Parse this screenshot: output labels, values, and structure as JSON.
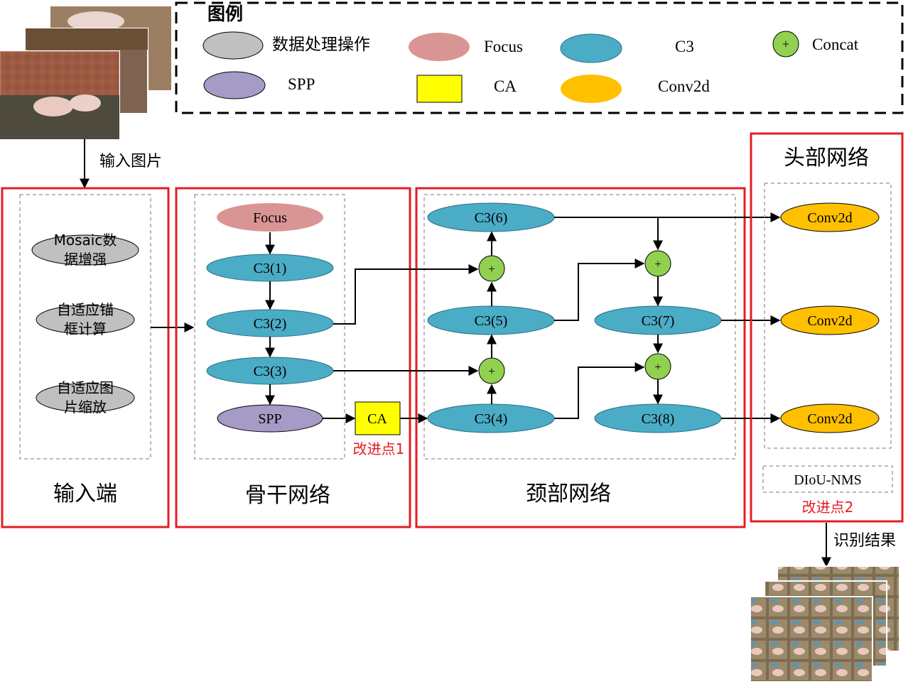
{
  "legend": {
    "title": "图例",
    "items": [
      {
        "key": "data-op",
        "label": "数据处理操作",
        "color": "#c0c0c0"
      },
      {
        "key": "focus",
        "label": "Focus",
        "color": "#d99594"
      },
      {
        "key": "c3",
        "label": "C3",
        "color": "#4bacc6"
      },
      {
        "key": "concat",
        "label": "Concat",
        "color": "#92d050"
      },
      {
        "key": "spp",
        "label": "SPP",
        "color": "#a69ac6"
      },
      {
        "key": "ca",
        "label": "CA",
        "color": "#ffff00"
      },
      {
        "key": "conv2d",
        "label": "Conv2d",
        "color": "#ffc000"
      }
    ]
  },
  "input_arrow_label": "输入图片",
  "output_arrow_label": "识别结果",
  "sections": {
    "input": {
      "title": "输入端",
      "ops": [
        {
          "line1": "Mosaic数",
          "line2": "据增强"
        },
        {
          "line1": "自适应锚",
          "line2": "框计算"
        },
        {
          "line1": "自适应图",
          "line2": "片缩放"
        }
      ]
    },
    "backbone": {
      "title": "骨干网络",
      "nodes": [
        "Focus",
        "C3(1)",
        "C3(2)",
        "C3(3)",
        "SPP"
      ],
      "ca_label": "CA",
      "improvement": "改进点1"
    },
    "neck": {
      "title": "颈部网络",
      "nodes": [
        "C3(6)",
        "C3(5)",
        "C3(4)",
        "C3(7)",
        "C3(8)"
      ],
      "concat_symbol": "+"
    },
    "head": {
      "title": "头部网络",
      "nodes": [
        "Conv2d",
        "Conv2d",
        "Conv2d"
      ],
      "nms": "DIoU-NMS",
      "improvement": "改进点2"
    }
  },
  "colors": {
    "section_border": "#e31e24",
    "improvement_text": "#e31e24",
    "arrow": "#000000"
  }
}
